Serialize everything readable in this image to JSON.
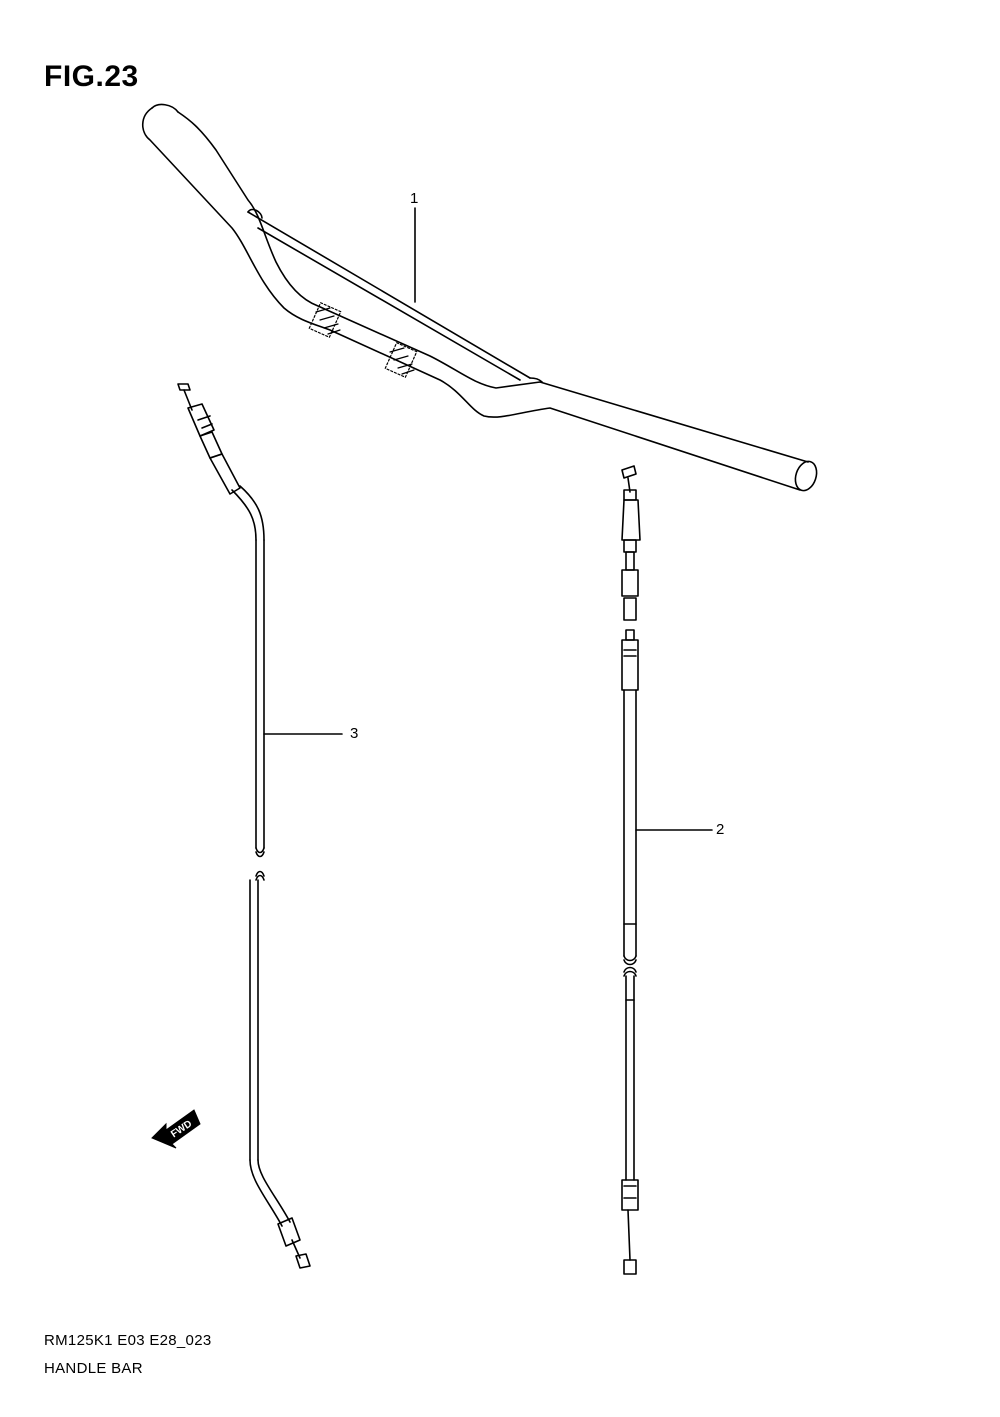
{
  "figure": {
    "title": "FIG.23"
  },
  "callouts": [
    {
      "id": "1",
      "label": "1"
    },
    {
      "id": "2",
      "label": "2"
    },
    {
      "id": "3",
      "label": "3"
    }
  ],
  "fwd_arrow": {
    "label": "FWD"
  },
  "footer": {
    "code": "RM125K1 E03 E28_023",
    "caption": "HANDLE BAR"
  }
}
